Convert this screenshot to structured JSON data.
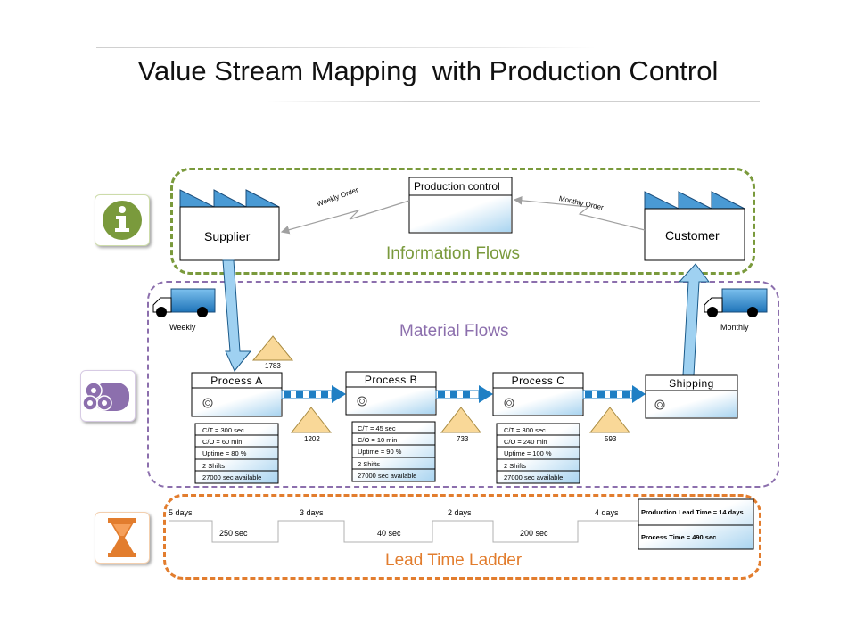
{
  "title": "Value Stream Mapping  with Production Control",
  "regions": {
    "information": "Information Flows",
    "material": "Material Flows",
    "lead_time": "Lead Time Ladder"
  },
  "supplier": "Supplier",
  "customer": "Customer",
  "production_control": "Production control",
  "weekly_order": "Weekly Order",
  "monthly_order": "Monthly Order",
  "truck_left": "Weekly",
  "truck_right": "Monthly",
  "processes": [
    {
      "name": "Process  A",
      "inventory": "1202",
      "data": [
        "C/T = 300 sec",
        "C/O = 60 min",
        "Uptime = 80 %",
        "2 Shifts",
        "27000  sec available"
      ]
    },
    {
      "name": "Process  B",
      "inventory": "733",
      "data": [
        "C/T = 45 sec",
        "C/O = 10 min",
        "Uptime = 90 %",
        "2 Shifts",
        "27000  sec available"
      ]
    },
    {
      "name": "Process  C",
      "inventory": "593",
      "data": [
        "C/T = 300 sec",
        "C/O = 240  min",
        "Uptime = 100 %",
        "2 Shifts",
        "27000  sec available"
      ]
    }
  ],
  "shipping": "Shipping",
  "raw_inventory": "1783",
  "ladder": {
    "days": [
      "5 days",
      "3 days",
      "2 days",
      "4 days"
    ],
    "secs": [
      "250 sec",
      "40 sec",
      "200 sec"
    ],
    "production_lead_time": "Production Lead Time  =  14 days",
    "process_time": "Process  Time  = 490 sec"
  },
  "colors": {
    "info": "#7a9a3c",
    "material": "#8c6fad",
    "lead": "#e27d2e",
    "factory_blue": "#4a9ad4",
    "push_arrow": "#1f7fc4",
    "inventory_triangle": "#f9d898"
  }
}
